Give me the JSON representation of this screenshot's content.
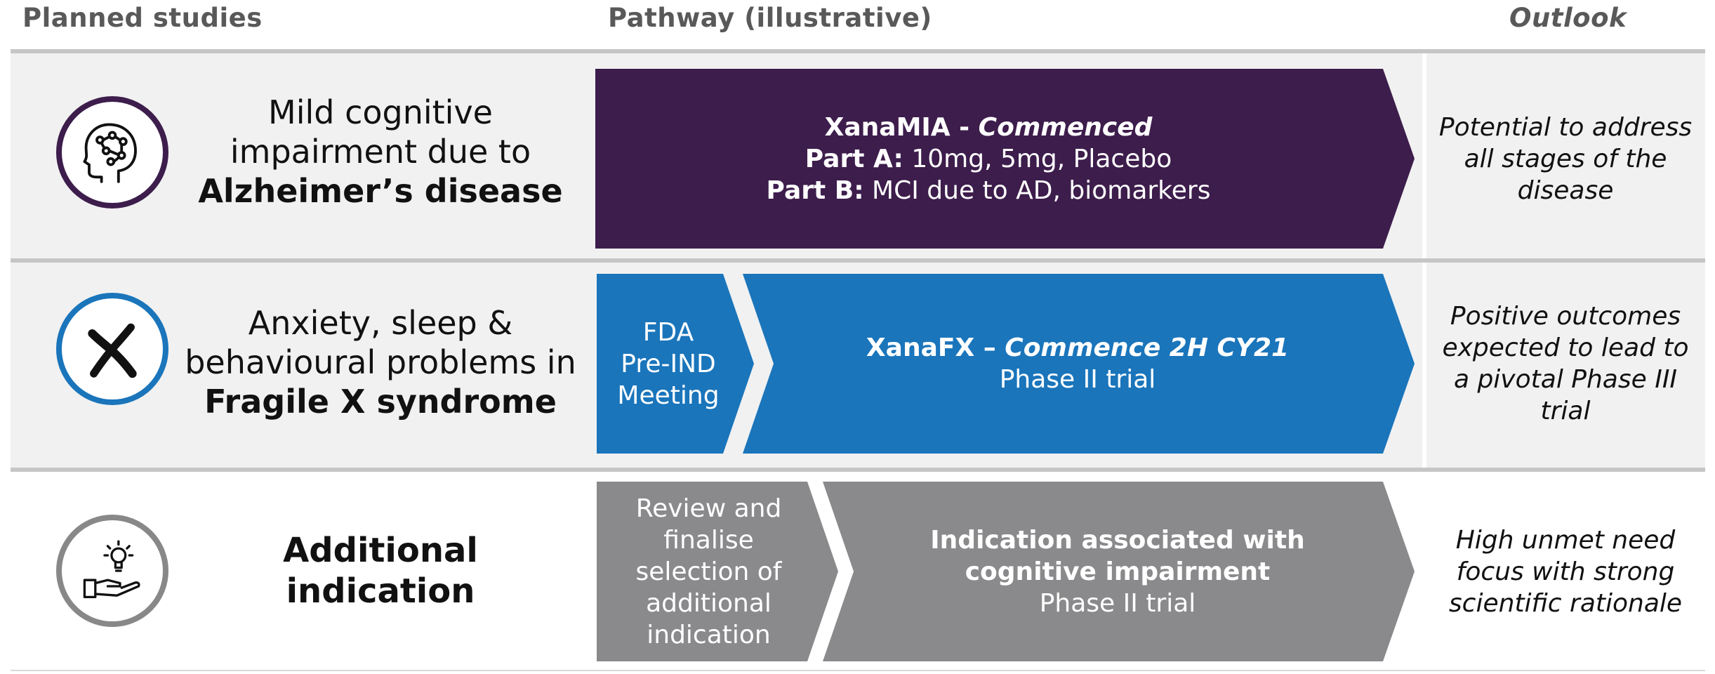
{
  "headers": {
    "planned_studies": "Planned studies",
    "pathway": "Pathway (illustrative)",
    "outlook": "Outlook"
  },
  "rows": [
    {
      "icon": "brain-head-icon",
      "icon_color": "#3d1d4c",
      "label_lines": [
        "Mild cognitive",
        "impairment due to"
      ],
      "label_bold": "Alzheimer’s disease",
      "pathway": {
        "color": "#3d1d4c",
        "title": "XanaMIA - ",
        "title_status": "Commenced",
        "part_a_label": "Part A:",
        "part_a_text": " 10mg, 5mg, Placebo",
        "part_b_label": "Part B:",
        "part_b_text": " MCI due to AD, biomarkers"
      },
      "outlook": "Potential to address all stages of the disease"
    },
    {
      "icon": "chromosome-icon",
      "icon_color": "#1a75bb",
      "label_lines": [
        "Anxiety, sleep &",
        "behavioural problems in"
      ],
      "label_bold": "Fragile X syndrome",
      "pathway": {
        "color": "#1a75bb",
        "pre_step": "FDA Pre-IND Meeting",
        "title": "XanaFX – ",
        "title_status": "Commence 2H CY21",
        "subtitle": "Phase II trial"
      },
      "outlook": "Positive outcomes expected to lead to a pivotal Phase III trial"
    },
    {
      "icon": "hand-lightbulb-icon",
      "icon_color": "#888888",
      "label_bold": "Additional indication",
      "pathway": {
        "color": "#8a8a8c",
        "pre_step": "Review and finalise selection of additional indication",
        "title": "Indication associated with cognitive impairment",
        "subtitle": "Phase II trial"
      },
      "outlook": "High unmet need focus with strong scientific rationale"
    }
  ]
}
